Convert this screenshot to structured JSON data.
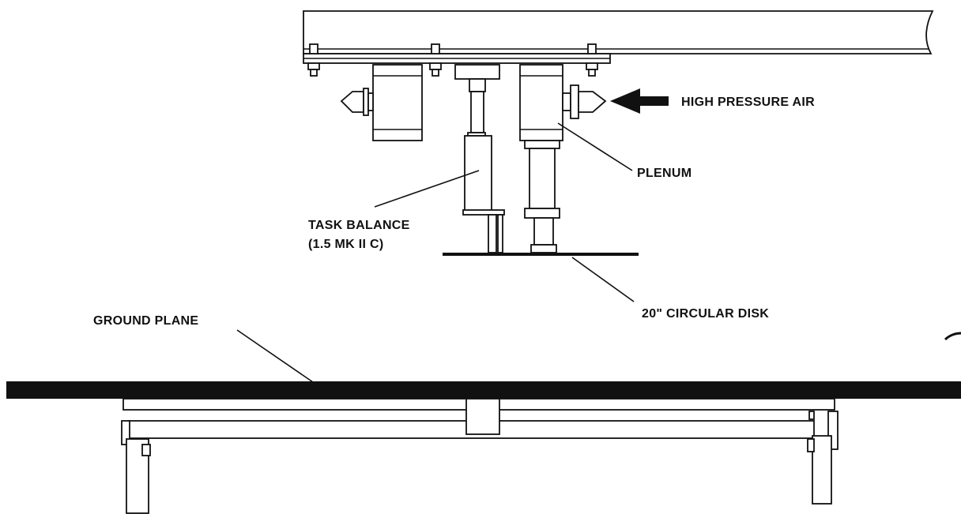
{
  "labels": {
    "high_pressure_air": "HIGH PRESSURE AIR",
    "plenum": "PLENUM",
    "task_balance_line1": "TASK BALANCE",
    "task_balance_line2": "(1.5 MK II C)",
    "circular_disk": "20\" CIRCULAR DISK",
    "ground_plane": "GROUND PLANE"
  },
  "colors": {
    "ink": "#111111",
    "background": "#ffffff"
  }
}
